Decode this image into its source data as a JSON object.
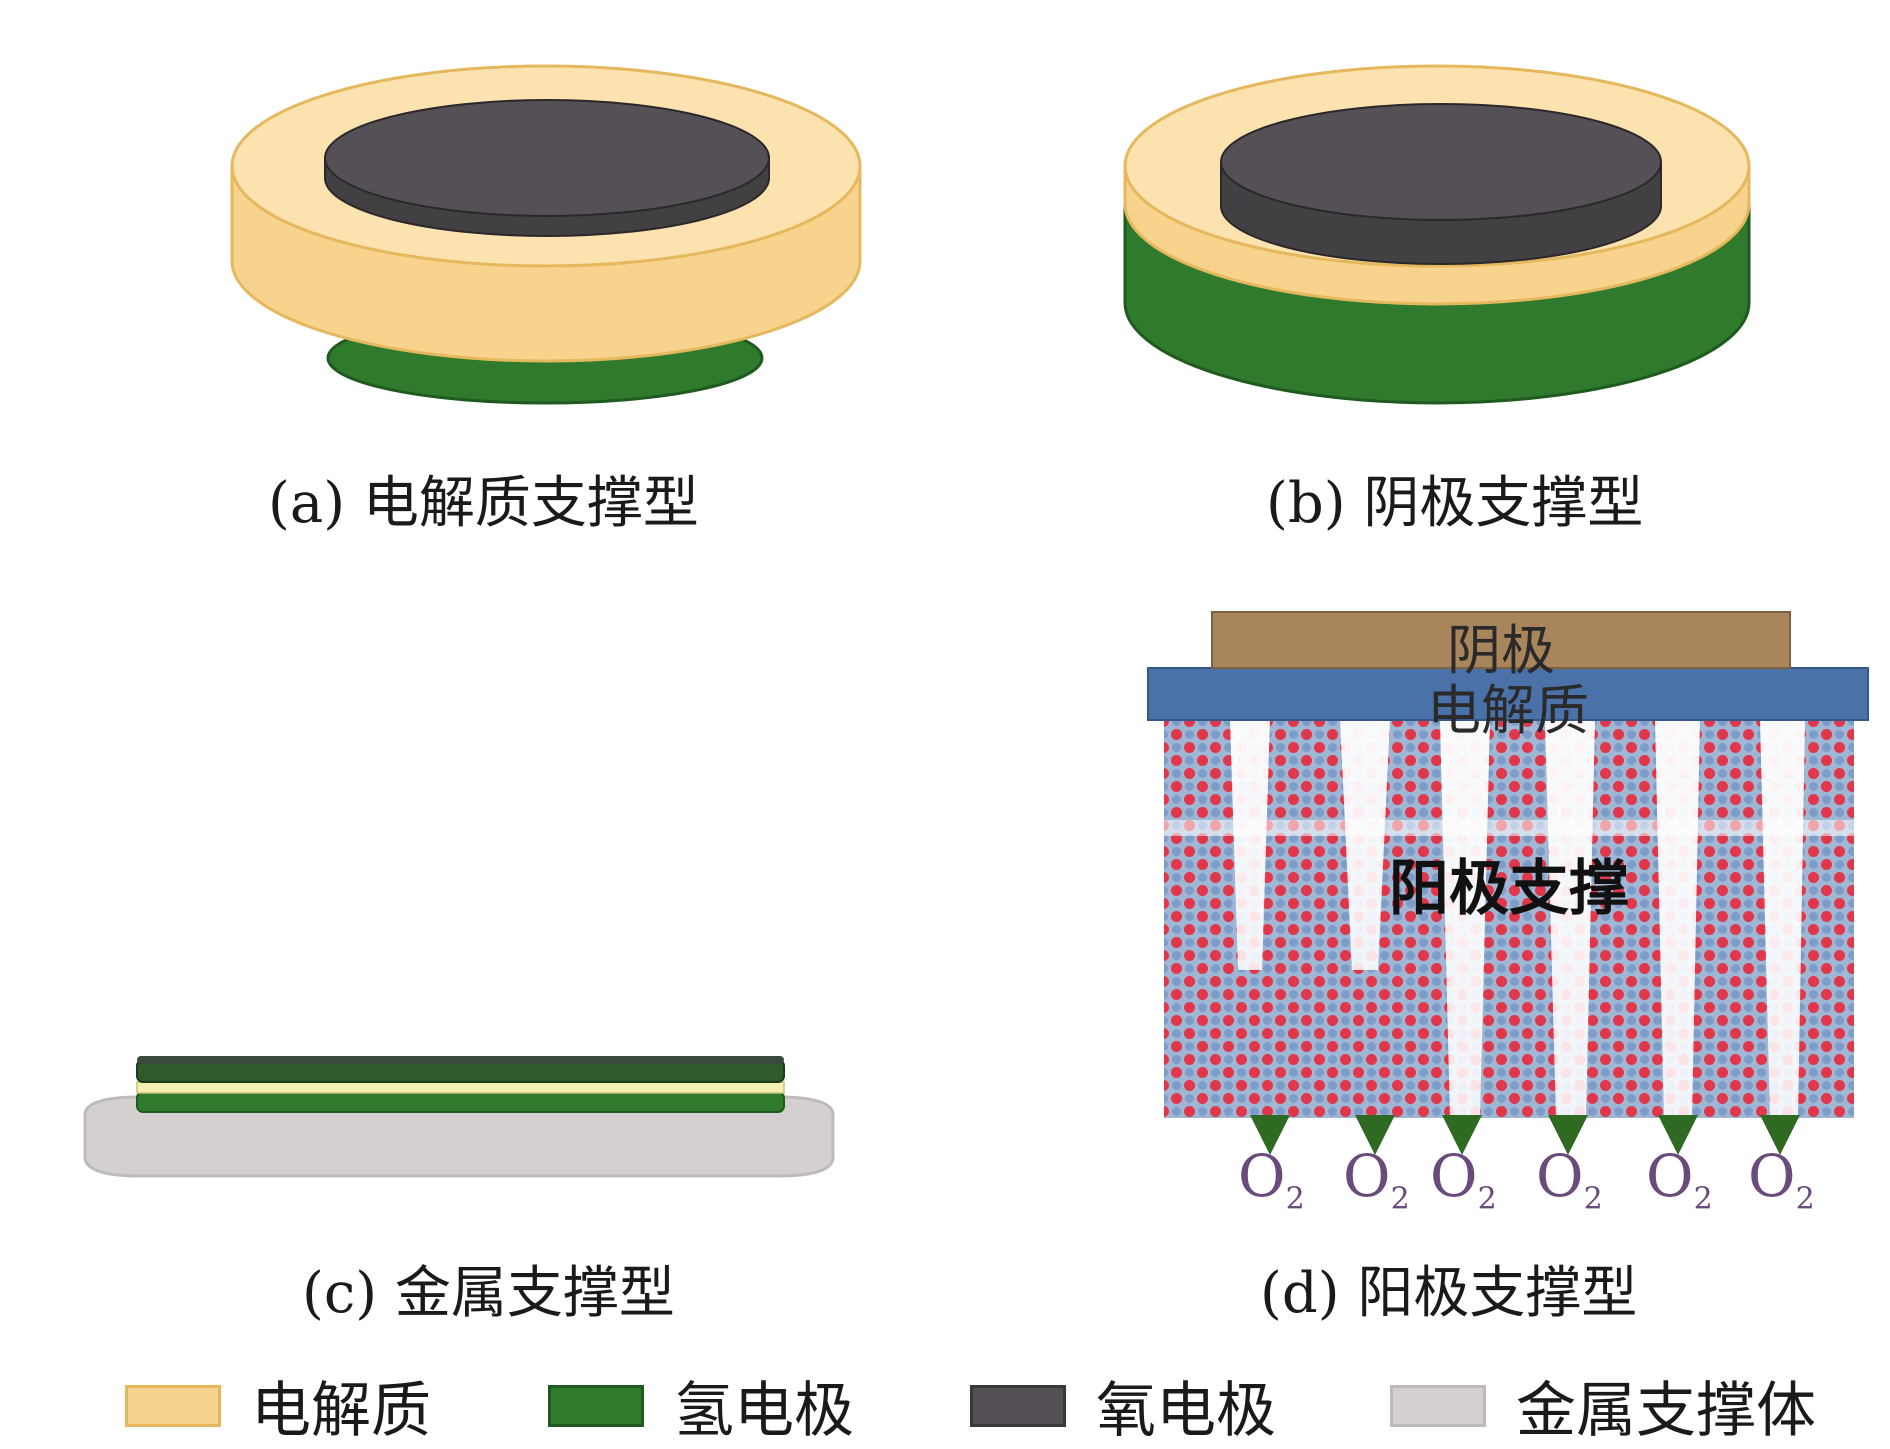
{
  "captions": {
    "a": "(a) 电解质支撑型",
    "b": "(b) 阴极支撑型",
    "c": "(c) 金属支撑型",
    "d": "(d) 阳极支撑型"
  },
  "panel_d": {
    "cathode_label": "阴极",
    "electrolyte_label": "电解质",
    "anode_label": "阳极支撑",
    "o2_symbol": "O",
    "o2_subscript": "2",
    "o2_count": 6
  },
  "legend": [
    {
      "label": "电解质",
      "fill": "#f6d48f",
      "border": "#e6b85e"
    },
    {
      "label": "氢电极",
      "fill": "#2f7a2c",
      "border": "#1f5a1e"
    },
    {
      "label": "氧电极",
      "fill": "#545056",
      "border": "#3a373b"
    },
    {
      "label": "金属支撑体",
      "fill": "#d3d0cf",
      "border": "#bdbab9"
    }
  ],
  "colors": {
    "electrolyte": "#f6d48f",
    "hydrogen_electrode": "#2f7a2c",
    "oxygen_electrode": "#545056",
    "metal_support": "#d3d0cf",
    "cathode_layer": "#a8855a",
    "electrolyte_layer": "#4a72a8"
  }
}
